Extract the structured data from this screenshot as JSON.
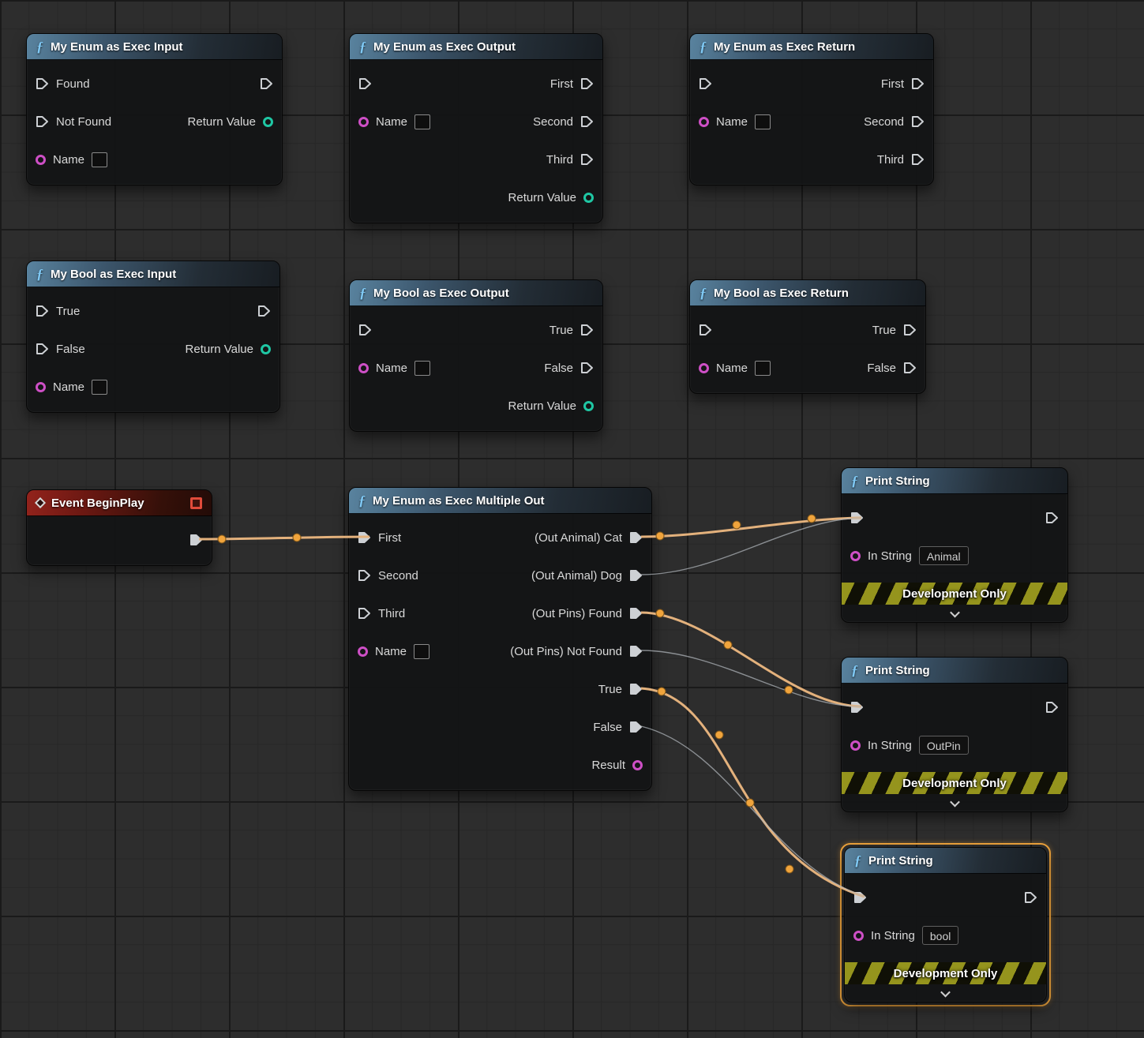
{
  "icons": {
    "function": "ƒ"
  },
  "colors": {
    "background": "#2d2d2d",
    "exec_wire_active": "#e3b17c",
    "exec_wire_inactive": "#b4b9bf",
    "wire_bubble": "#f0a43c",
    "pin_name": "#ce4fc6",
    "pin_enum_return": "#1fc7a4",
    "selection_outline": "#eda33c",
    "function_header": "#59839f",
    "event_header": "#93231c",
    "banner_stripe": "#95941d"
  },
  "graph": {
    "nodes": [
      {
        "title": "My Enum as Exec Input",
        "pins": {
          "found": "Found",
          "not_found": "Not Found",
          "name": "Name",
          "return_value": "Return Value"
        }
      },
      {
        "title": "My Enum as Exec Output",
        "pins": {
          "name": "Name",
          "first": "First",
          "second": "Second",
          "third": "Third",
          "return_value": "Return Value"
        }
      },
      {
        "title": "My Enum as Exec Return",
        "pins": {
          "name": "Name",
          "first": "First",
          "second": "Second",
          "third": "Third"
        }
      },
      {
        "title": "My Bool as Exec Input",
        "pins": {
          "true": "True",
          "false": "False",
          "name": "Name",
          "return_value": "Return Value"
        }
      },
      {
        "title": "My Bool as Exec Output",
        "pins": {
          "name": "Name",
          "true": "True",
          "false": "False",
          "return_value": "Return Value"
        }
      },
      {
        "title": "My Bool as Exec Return",
        "pins": {
          "name": "Name",
          "true": "True",
          "false": "False"
        }
      },
      {
        "title": "Event BeginPlay"
      },
      {
        "title": "My Enum as Exec Multiple Out",
        "pins": {
          "first": "First",
          "second": "Second",
          "third": "Third",
          "name": "Name",
          "out_animal_cat": "(Out Animal) Cat",
          "out_animal_dog": "(Out Animal) Dog",
          "out_pins_found": "(Out Pins) Found",
          "out_pins_not_found": "(Out Pins) Not Found",
          "true": "True",
          "false": "False",
          "result": "Result"
        }
      },
      {
        "title": "Print String",
        "pins": {
          "in_string": "In String"
        },
        "value": "Animal",
        "banner": "Development Only"
      },
      {
        "title": "Print String",
        "pins": {
          "in_string": "In String"
        },
        "value": "OutPin",
        "banner": "Development Only"
      },
      {
        "title": "Print String",
        "pins": {
          "in_string": "In String"
        },
        "value": "bool",
        "banner": "Development Only",
        "selected": true
      }
    ],
    "connections": [
      {
        "from": "Event BeginPlay.exec",
        "to": "My Enum as Exec Multiple Out.First",
        "state": "active"
      },
      {
        "from": "My Enum as Exec Multiple Out.(Out Animal) Cat",
        "to": "Print String 1.exec",
        "state": "active"
      },
      {
        "from": "My Enum as Exec Multiple Out.(Out Animal) Dog",
        "to": "Print String 1.exec",
        "state": "inactive"
      },
      {
        "from": "My Enum as Exec Multiple Out.(Out Pins) Found",
        "to": "Print String 2.exec",
        "state": "active"
      },
      {
        "from": "My Enum as Exec Multiple Out.(Out Pins) Not Found",
        "to": "Print String 2.exec",
        "state": "inactive"
      },
      {
        "from": "My Enum as Exec Multiple Out.True",
        "to": "Print String 3.exec",
        "state": "active"
      },
      {
        "from": "My Enum as Exec Multiple Out.False",
        "to": "Print String 3.exec",
        "state": "inactive"
      }
    ]
  }
}
